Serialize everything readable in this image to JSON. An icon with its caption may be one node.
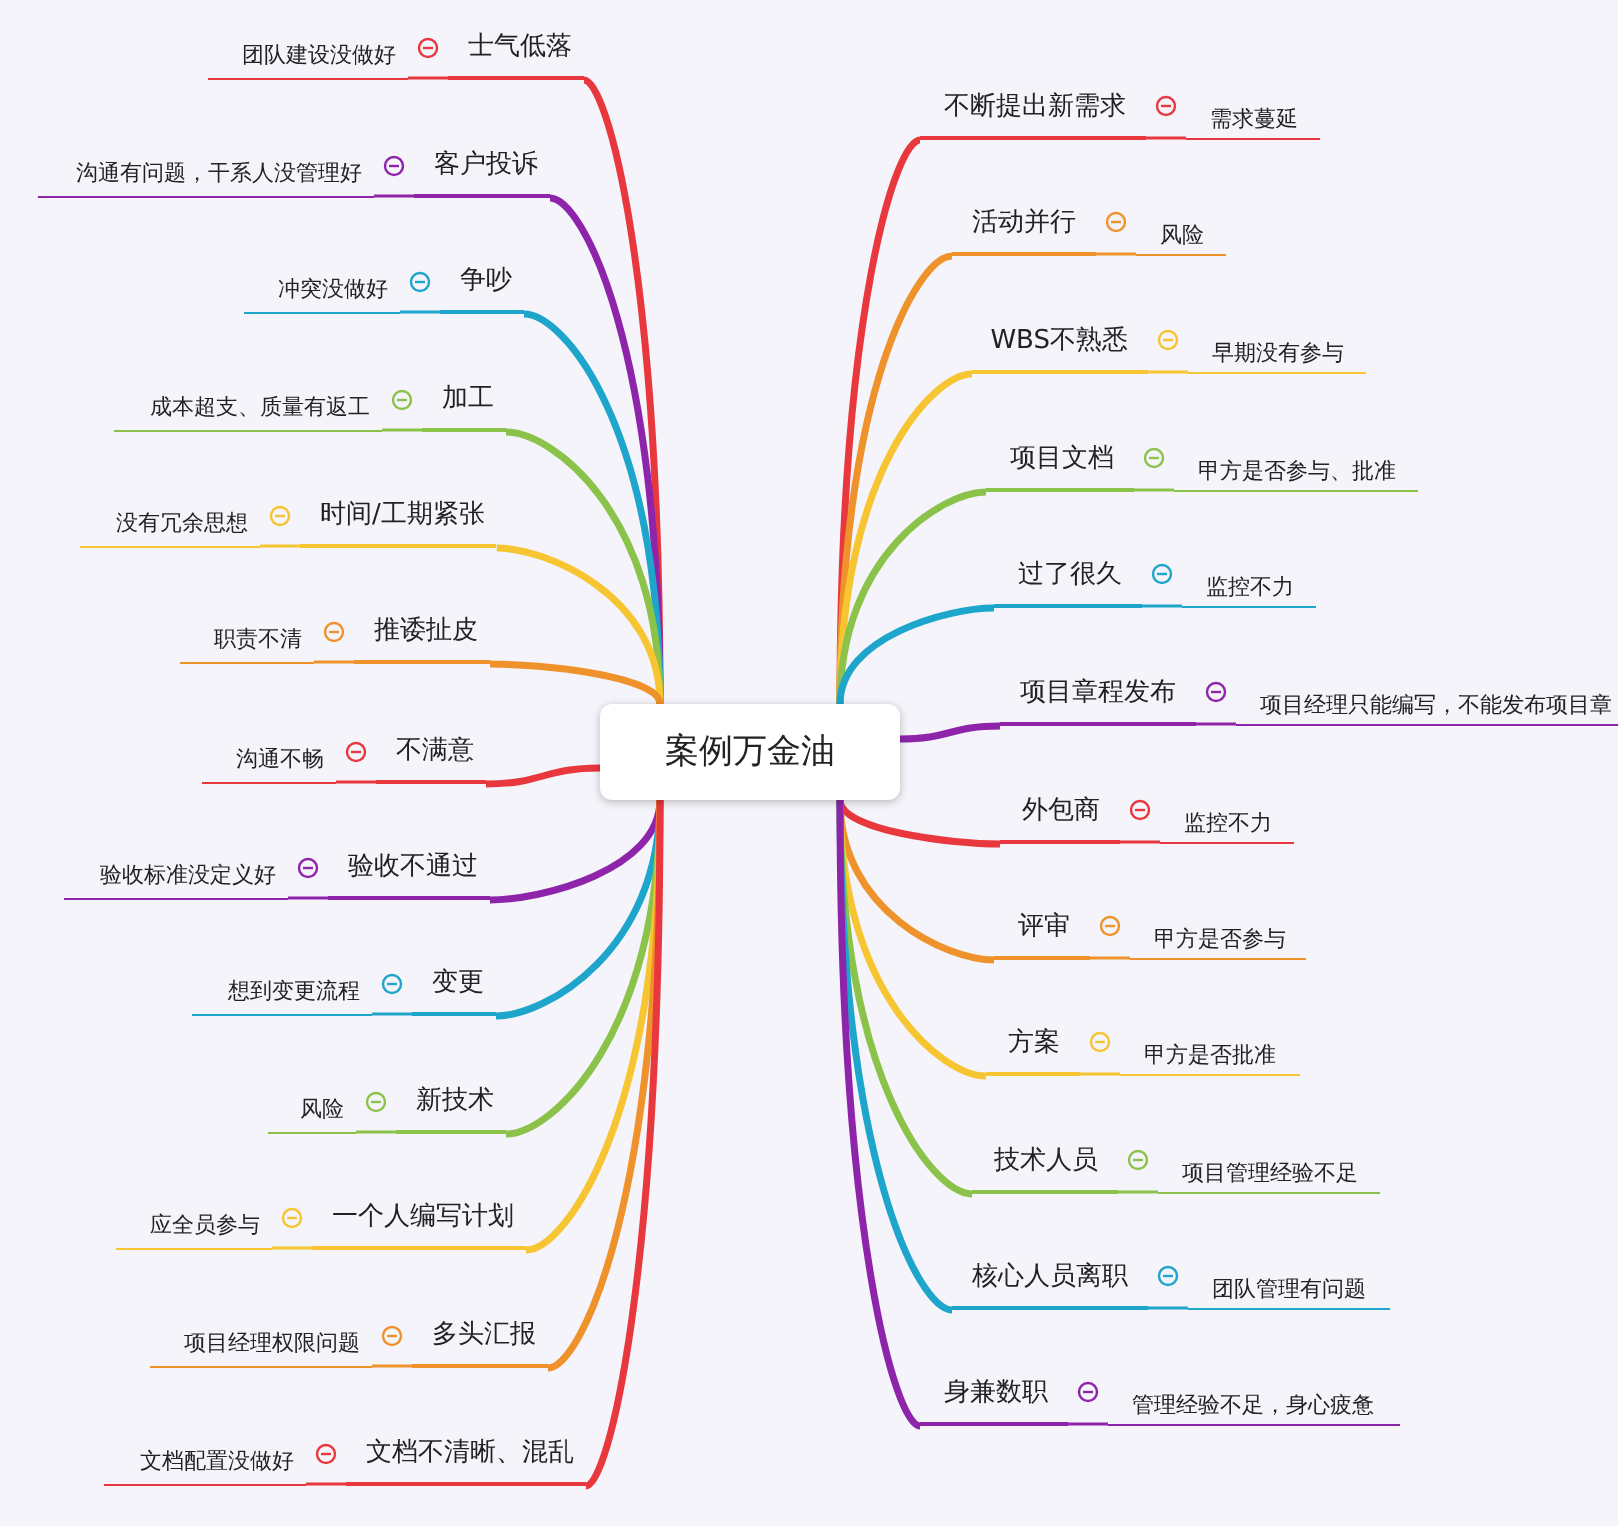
{
  "diagram": {
    "nodes": [
      {
        "text": [
          "案例万金油"
        ]
      },
      {
        "text": [
          "士气低落"
        ]
      },
      {
        "text": [
          "团队建设没做好"
        ]
      },
      {
        "text": [
          "客户投诉"
        ]
      },
      {
        "text": [
          "沟通有问题，干系人没管理好"
        ]
      },
      {
        "text": [
          "争吵"
        ]
      },
      {
        "text": [
          "冲突没做好"
        ]
      },
      {
        "text": [
          "加工"
        ]
      },
      {
        "text": [
          "成本超支、质量有返工"
        ]
      },
      {
        "text": [
          "时间/工期紧张"
        ]
      },
      {
        "text": [
          "没有冗余思想"
        ]
      },
      {
        "text": [
          "推诿扯皮"
        ]
      },
      {
        "text": [
          "职责不清"
        ]
      },
      {
        "text": [
          "不满意"
        ]
      },
      {
        "text": [
          "沟通不畅"
        ]
      },
      {
        "text": [
          "验收不通过"
        ]
      },
      {
        "text": [
          "验收标准没定义好"
        ]
      },
      {
        "text": [
          "变更"
        ]
      },
      {
        "text": [
          "想到变更流程"
        ]
      },
      {
        "text": [
          "新技术"
        ]
      },
      {
        "text": [
          "风险"
        ]
      },
      {
        "text": [
          "一个人编写计划"
        ]
      },
      {
        "text": [
          "应全员参与"
        ]
      },
      {
        "text": [
          "多头汇报"
        ]
      },
      {
        "text": [
          "项目经理权限问题"
        ]
      },
      {
        "text": [
          "文档不清晰、混乱"
        ]
      },
      {
        "text": [
          "文档配置没做好"
        ]
      },
      {
        "text": [
          "不断提出新需求"
        ]
      },
      {
        "text": [
          "需求蔓延"
        ]
      },
      {
        "text": [
          "活动并行"
        ]
      },
      {
        "text": [
          "风险"
        ]
      },
      {
        "text": [
          "WBS不熟悉"
        ]
      },
      {
        "text": [
          "早期没有参与"
        ]
      },
      {
        "text": [
          "项目文档"
        ]
      },
      {
        "text": [
          "甲方是否参与、批准"
        ]
      },
      {
        "text": [
          "过了很久"
        ]
      },
      {
        "text": [
          "监控不力"
        ]
      },
      {
        "text": [
          "项目章程发布"
        ]
      },
      {
        "text": [
          "项目经理只能编写，不能发布项目章"
        ]
      },
      {
        "text": [
          "外包商"
        ]
      },
      {
        "text": [
          "监控不力"
        ]
      },
      {
        "text": [
          "评审"
        ]
      },
      {
        "text": [
          "甲方是否参与"
        ]
      },
      {
        "text": [
          "方案"
        ]
      },
      {
        "text": [
          "甲方是否批准"
        ]
      },
      {
        "text": [
          "技术人员"
        ]
      },
      {
        "text": [
          "项目管理经验不足"
        ]
      },
      {
        "text": [
          "核心人员离职"
        ]
      },
      {
        "text": [
          "团队管理有问题"
        ]
      },
      {
        "text": [
          "身兼数职"
        ]
      },
      {
        "text": [
          "管理经验不足，身心疲惫"
        ]
      }
    ],
    "edges": [
      {
        "from": 0,
        "to": 1,
        "arrow": "none",
        "style": "thick",
        "color": "#e8383d"
      },
      {
        "from": 1,
        "to": 2,
        "arrow": "none",
        "color": "#e8383d"
      },
      {
        "from": 0,
        "to": 3,
        "arrow": "none",
        "style": "thick",
        "color": "#8e24aa"
      },
      {
        "from": 3,
        "to": 4,
        "arrow": "none",
        "color": "#8e24aa"
      },
      {
        "from": 0,
        "to": 5,
        "arrow": "none",
        "style": "thick",
        "color": "#1ea5cc"
      },
      {
        "from": 5,
        "to": 6,
        "arrow": "none",
        "color": "#1ea5cc"
      },
      {
        "from": 0,
        "to": 7,
        "arrow": "none",
        "style": "thick",
        "color": "#8bc34a"
      },
      {
        "from": 7,
        "to": 8,
        "arrow": "none",
        "color": "#8bc34a"
      },
      {
        "from": 0,
        "to": 9,
        "arrow": "none",
        "style": "thick",
        "color": "#f7c531"
      },
      {
        "from": 9,
        "to": 10,
        "arrow": "none",
        "color": "#f7c531"
      },
      {
        "from": 0,
        "to": 11,
        "arrow": "none",
        "style": "thick",
        "color": "#f0922b"
      },
      {
        "from": 11,
        "to": 12,
        "arrow": "none",
        "color": "#f0922b"
      },
      {
        "from": 0,
        "to": 13,
        "arrow": "none",
        "style": "thick",
        "color": "#e8383d"
      },
      {
        "from": 13,
        "to": 14,
        "arrow": "none",
        "color": "#e8383d"
      },
      {
        "from": 0,
        "to": 15,
        "arrow": "none",
        "style": "thick",
        "color": "#8e24aa"
      },
      {
        "from": 15,
        "to": 16,
        "arrow": "none",
        "color": "#8e24aa"
      },
      {
        "from": 0,
        "to": 17,
        "arrow": "none",
        "style": "thick",
        "color": "#1ea5cc"
      },
      {
        "from": 17,
        "to": 18,
        "arrow": "none",
        "color": "#1ea5cc"
      },
      {
        "from": 0,
        "to": 19,
        "arrow": "none",
        "style": "thick",
        "color": "#8bc34a"
      },
      {
        "from": 19,
        "to": 20,
        "arrow": "none",
        "color": "#8bc34a"
      },
      {
        "from": 0,
        "to": 21,
        "arrow": "none",
        "style": "thick",
        "color": "#f7c531"
      },
      {
        "from": 21,
        "to": 22,
        "arrow": "none",
        "color": "#f7c531"
      },
      {
        "from": 0,
        "to": 23,
        "arrow": "none",
        "style": "thick",
        "color": "#f0922b"
      },
      {
        "from": 23,
        "to": 24,
        "arrow": "none",
        "color": "#f0922b"
      },
      {
        "from": 0,
        "to": 25,
        "arrow": "none",
        "style": "thick",
        "color": "#e8383d"
      },
      {
        "from": 25,
        "to": 26,
        "arrow": "none",
        "color": "#e8383d"
      },
      {
        "from": 0,
        "to": 27,
        "arrow": "none",
        "style": "thick",
        "color": "#e8383d"
      },
      {
        "from": 27,
        "to": 28,
        "arrow": "none",
        "color": "#e8383d"
      },
      {
        "from": 0,
        "to": 29,
        "arrow": "none",
        "style": "thick",
        "color": "#f0922b"
      },
      {
        "from": 29,
        "to": 30,
        "arrow": "none",
        "color": "#f0922b"
      },
      {
        "from": 0,
        "to": 31,
        "arrow": "none",
        "style": "thick",
        "color": "#f7c531"
      },
      {
        "from": 31,
        "to": 32,
        "arrow": "none",
        "color": "#f7c531"
      },
      {
        "from": 0,
        "to": 33,
        "arrow": "none",
        "style": "thick",
        "color": "#8bc34a"
      },
      {
        "from": 33,
        "to": 34,
        "arrow": "none",
        "color": "#8bc34a"
      },
      {
        "from": 0,
        "to": 35,
        "arrow": "none",
        "style": "thick",
        "color": "#1ea5cc"
      },
      {
        "from": 35,
        "to": 36,
        "arrow": "none",
        "color": "#1ea5cc"
      },
      {
        "from": 0,
        "to": 37,
        "arrow": "none",
        "style": "thick",
        "color": "#8e24aa"
      },
      {
        "from": 37,
        "to": 38,
        "arrow": "none",
        "color": "#8e24aa"
      },
      {
        "from": 0,
        "to": 39,
        "arrow": "none",
        "style": "thick",
        "color": "#e8383d"
      },
      {
        "from": 39,
        "to": 40,
        "arrow": "none",
        "color": "#e8383d"
      },
      {
        "from": 0,
        "to": 41,
        "arrow": "none",
        "style": "thick",
        "color": "#f0922b"
      },
      {
        "from": 41,
        "to": 42,
        "arrow": "none",
        "color": "#f0922b"
      },
      {
        "from": 0,
        "to": 43,
        "arrow": "none",
        "style": "thick",
        "color": "#f7c531"
      },
      {
        "from": 43,
        "to": 44,
        "arrow": "none",
        "color": "#f7c531"
      },
      {
        "from": 0,
        "to": 45,
        "arrow": "none",
        "style": "thick",
        "color": "#8bc34a"
      },
      {
        "from": 45,
        "to": 46,
        "arrow": "none",
        "color": "#8bc34a"
      },
      {
        "from": 0,
        "to": 47,
        "arrow": "none",
        "style": "thick",
        "color": "#1ea5cc"
      },
      {
        "from": 47,
        "to": 48,
        "arrow": "none",
        "color": "#1ea5cc"
      },
      {
        "from": 0,
        "to": 49,
        "arrow": "none",
        "style": "thick",
        "color": "#8e24aa"
      },
      {
        "from": 49,
        "to": 50,
        "arrow": "none",
        "color": "#8e24aa"
      }
    ]
  }
}
